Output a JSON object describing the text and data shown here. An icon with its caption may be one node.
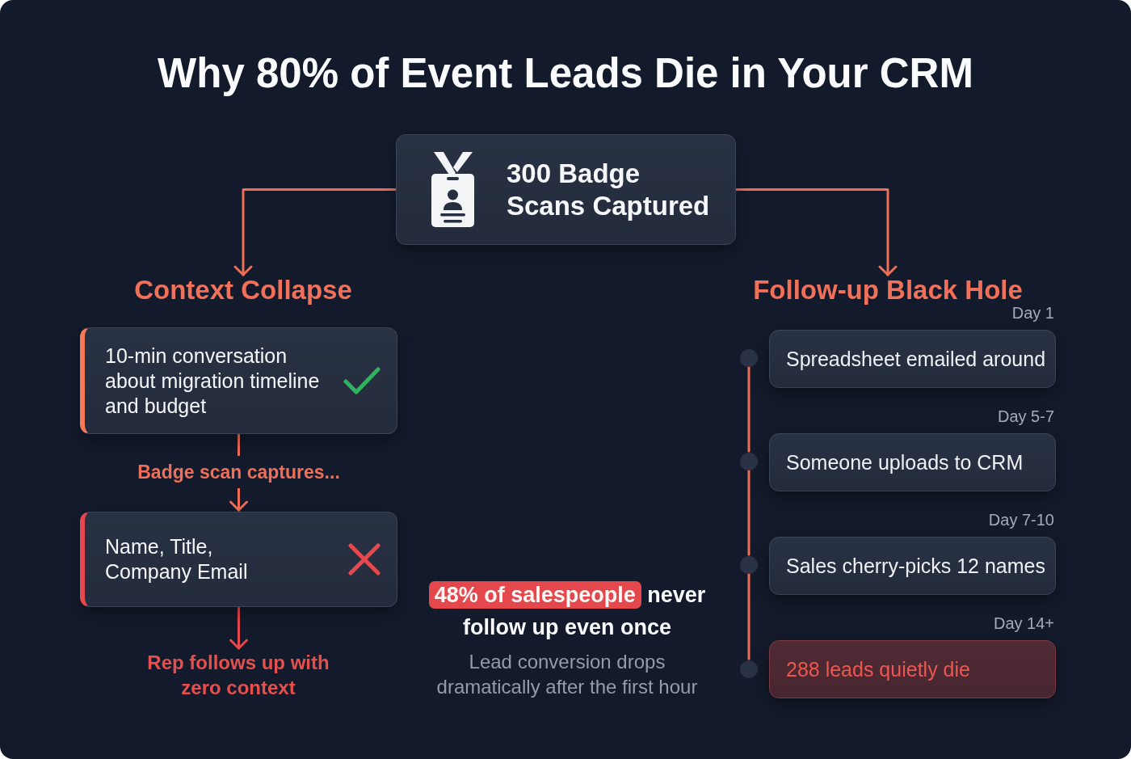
{
  "diagram": {
    "title": "Why 80% of Event Leads Die in Your CRM",
    "nodes": [
      {
        "text": [
          "300 Badge Scans Captured"
        ]
      },
      {
        "text": [
          "Context Collapse"
        ]
      },
      {
        "text": [
          "Follow-up Black Hole"
        ]
      },
      {
        "text": [
          "10-min conversation about migration timeline and budget"
        ]
      },
      {
        "text": [
          "Name, Title, Company Email"
        ]
      },
      {
        "text": [
          "Rep follows up with zero context"
        ]
      },
      {
        "text": [],
        "shape": "circle"
      },
      {
        "text": [
          "Spreadsheet emailed around"
        ],
        "beside": [
          "Day 1"
        ]
      },
      {
        "text": [],
        "shape": "circle"
      },
      {
        "text": [
          "Someone uploads to CRM"
        ],
        "beside": [
          "Day 5-7"
        ]
      },
      {
        "text": [],
        "shape": "circle"
      },
      {
        "text": [
          "Sales cherry-picks 12 names"
        ],
        "beside": [
          "Day 7-10"
        ]
      },
      {
        "text": [],
        "shape": "circle"
      },
      {
        "text": [
          "288 leads quietly die"
        ],
        "beside": [
          "Day 14+"
        ]
      }
    ],
    "edges": [
      {
        "from": 0,
        "to": 1,
        "arrow": "to"
      },
      {
        "from": 0,
        "to": 2,
        "arrow": "to"
      },
      {
        "from": 3,
        "to": 4,
        "arrow": "to",
        "label": "Badge scan captures..."
      },
      {
        "from": 4,
        "to": 5,
        "arrow": "to",
        "color": "#e5484d"
      },
      {
        "from": 6,
        "to": 8,
        "arrow": "none"
      },
      {
        "from": 8,
        "to": 10,
        "arrow": "none"
      },
      {
        "from": 10,
        "to": 12,
        "arrow": "none"
      }
    ],
    "labels": [
      "**48% of salespeople** never follow up even once",
      "Lead conversion drops dramatically after the first hour"
    ]
  }
}
